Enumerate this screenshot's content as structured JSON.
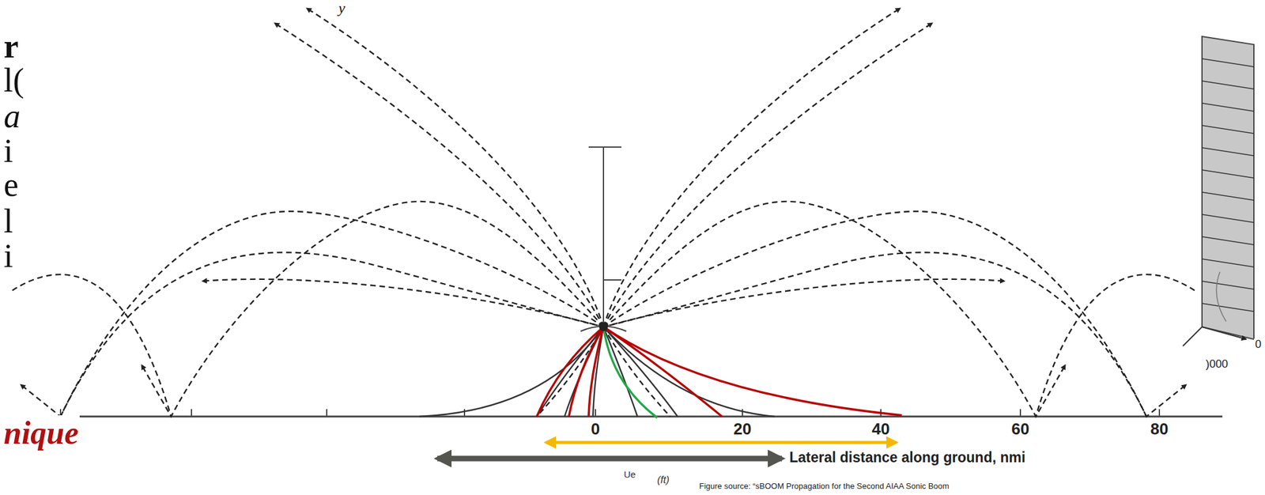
{
  "diagram": {
    "labels": [
      "y",
      "r",
      "l(",
      "a",
      "i",
      "e",
      "l",
      "i",
      "nique",
      "0",
      "20",
      "40",
      "60",
      "80",
      "Lateral distance along ground, nmi",
      "Ue",
      "(ft)",
      "Figure source: “sBOOM Propagation for the Second AIAA Sonic Boom",
      "0",
      ")000"
    ]
  }
}
